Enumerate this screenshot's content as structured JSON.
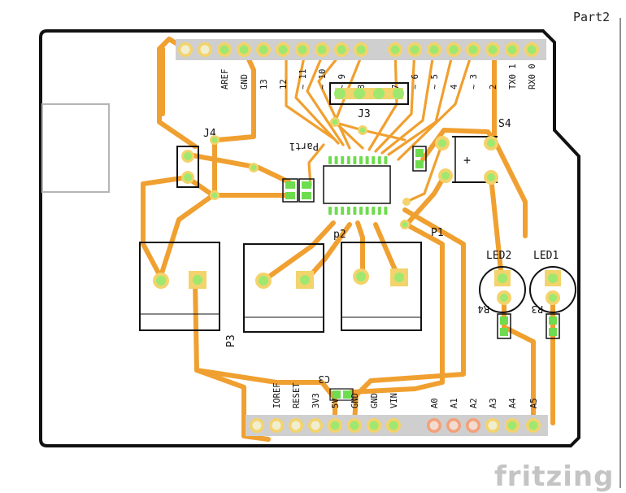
{
  "view_title": "Part2",
  "brand": "fritzing",
  "header_top_labels": [
    "AREF",
    "GND",
    "13",
    "12",
    "~ 11",
    "~ 10",
    "~ 9",
    "8",
    "7",
    "~ 6",
    "~ 5",
    "4",
    "~ 3",
    "2",
    "TX0 1",
    "RX0 0"
  ],
  "header_bottom_labels": [
    "IOREF",
    "RESET",
    "3V3",
    "5V",
    "GND",
    "GND",
    "VIN",
    "A0",
    "A1",
    "A2",
    "A3",
    "A4",
    "A5"
  ],
  "components": {
    "j4": "J4",
    "j3": "J3",
    "s4": "S4",
    "p1": "P1",
    "p2": "p2",
    "p3": "P3",
    "c3": "C3",
    "part1": "Part1",
    "led2": "LED2",
    "led1": "LED1",
    "r4": "R4",
    "r3": "R3",
    "plus": "+"
  },
  "colors": {
    "trace": "#f0a030",
    "pad": "#f3d36b",
    "via_hole": "#9fe870",
    "smd_pad": "#6fdc4f",
    "analog_pad": "#f4a07a",
    "board_outline": "#111111"
  }
}
